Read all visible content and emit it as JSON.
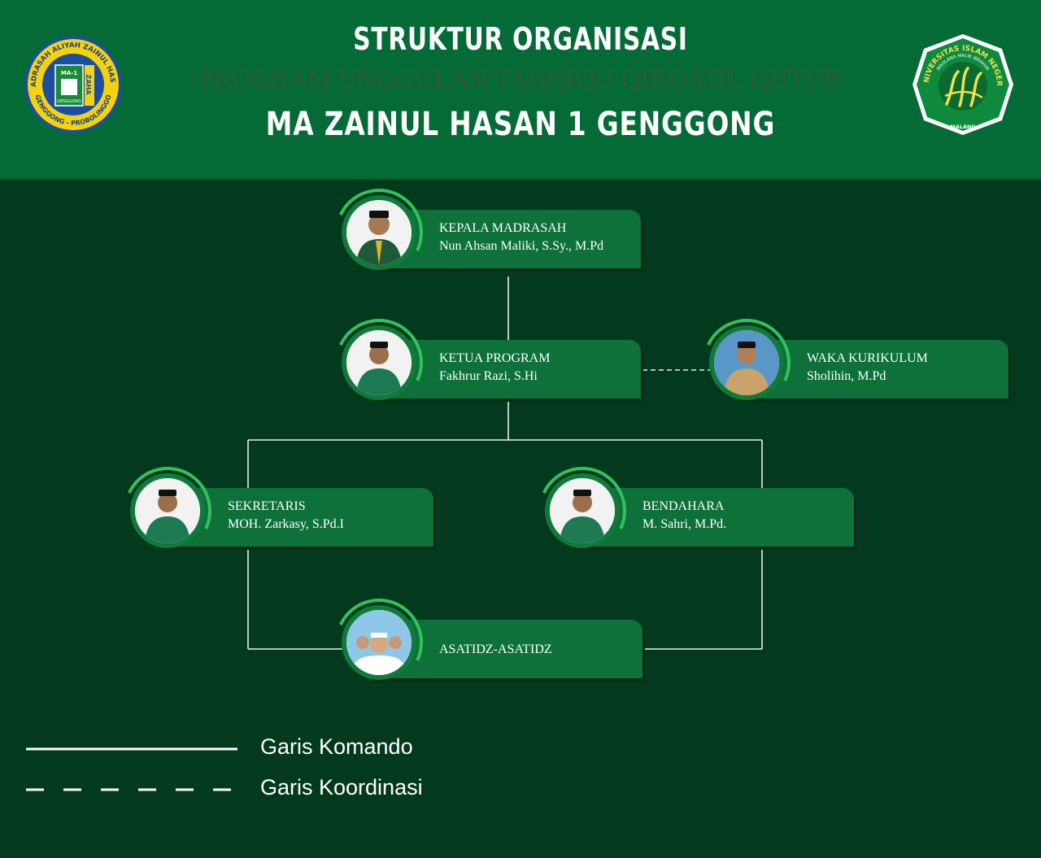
{
  "header": {
    "title": "STRUKTUR ORGANISASI",
    "subtitle": "PROGRAM UNGGULAN TAHQIQU QIROATIL QUTUB",
    "school": "MA ZAINUL HASAN 1 GENGGONG"
  },
  "logo_left": {
    "ring_text": "MADRASAH ALIYAH ZAINUL HASAN",
    "bottom_text": "GENGGONG - PROBOLINGGO",
    "badge": "MA-1",
    "side": "ZAHA",
    "small": "GENGGONG"
  },
  "logo_right": {
    "ring_text": "UNIVERSITAS ISLAM NEGERI",
    "inner_text": "MAULANA MALIK IBRAHIM",
    "bottom_text": "MALANG"
  },
  "nodes": {
    "kepala": {
      "role": "KEPALA MADRASAH",
      "name": "Nun Ahsan Maliki, S.Sy., M.Pd"
    },
    "ketua": {
      "role": "KETUA PROGRAM",
      "name": "Fakhrur Razi, S.Hi"
    },
    "waka": {
      "role": "WAKA KURIKULUM",
      "name": "Sholihin, M.Pd"
    },
    "sekretaris": {
      "role": "SEKRETARIS",
      "name": "MOH. Zarkasy, S.Pd.I"
    },
    "bendahara": {
      "role": "BENDAHARA",
      "name": "M. Sahri, M.Pd."
    },
    "asatidz": {
      "role": "ASATIDZ-ASATIDZ",
      "name": ""
    }
  },
  "legend": {
    "command": "Garis Komando",
    "coordination": "Garis Koordinasi"
  },
  "colors": {
    "header_green": "#046b36",
    "background": "#033a1d",
    "card": "#0d7139",
    "accent": "#33c25a"
  }
}
